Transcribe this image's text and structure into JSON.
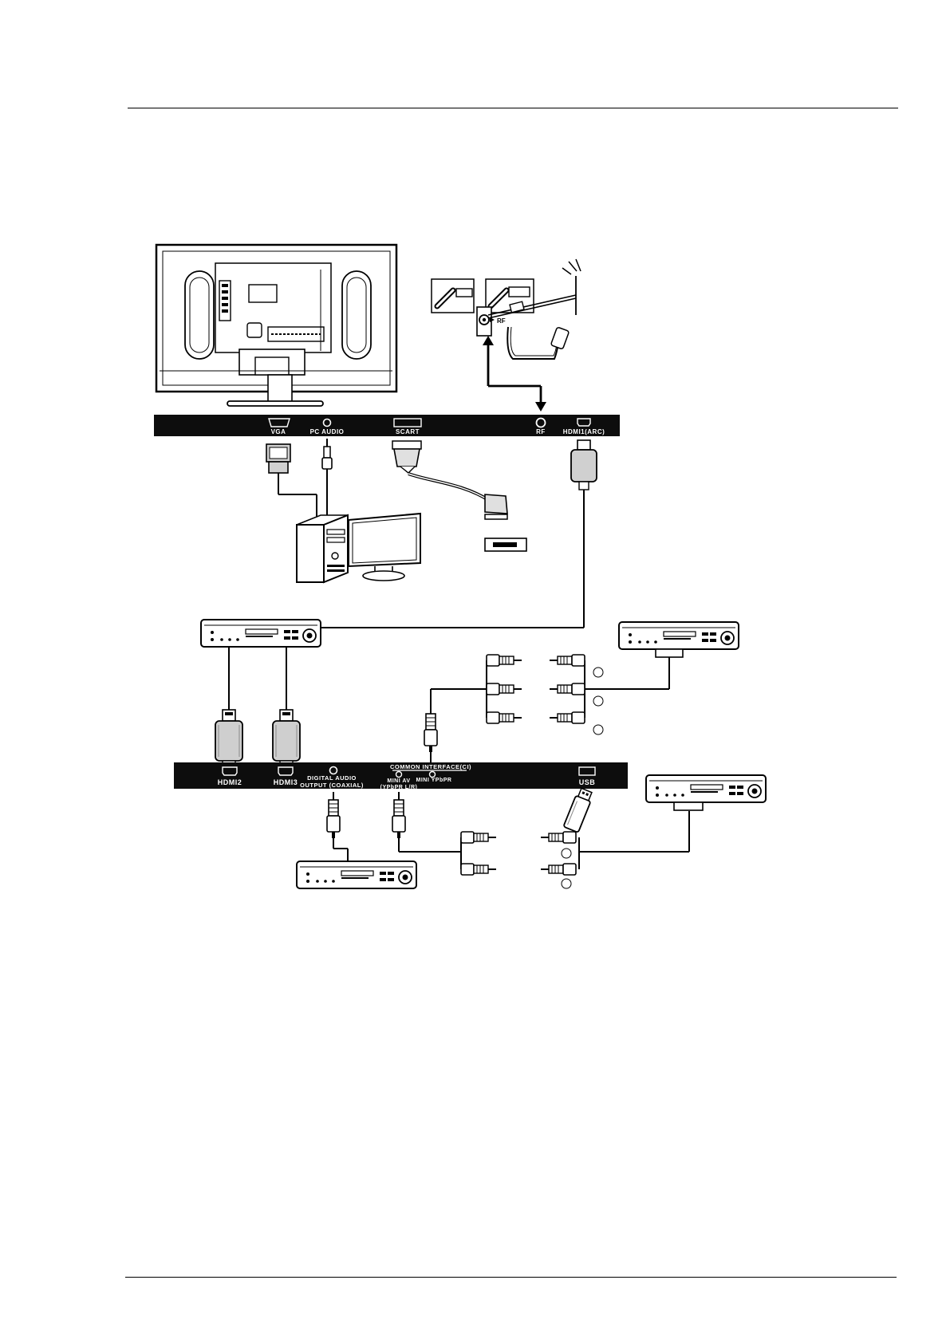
{
  "panel_top": {
    "vga": "VGA",
    "pc_audio": "PC AUDIO",
    "scart": "SCART",
    "rf": "RF",
    "hdmi1": "HDMI1(ARC)"
  },
  "panel_bottom": {
    "hdmi2": "HDMI2",
    "hdmi3": "HDMI3",
    "digital_audio_line1": "DIGITAL AUDIO",
    "digital_audio_line2": "OUTPUT (COAXIAL)",
    "common_interface": "COMMON INTERFACE(CI)",
    "mini_av_line1": "MINI AV",
    "mini_av_line2": "(YPbPR L/R)",
    "mini_ypbpr": "MINI YPbPR",
    "usb": "USB"
  },
  "antenna": {
    "rf_label": "RF"
  }
}
